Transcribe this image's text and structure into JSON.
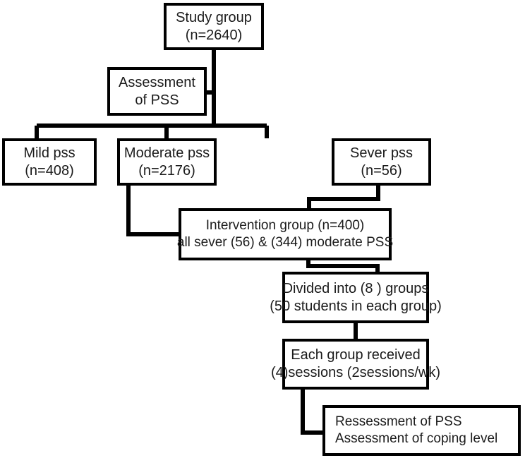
{
  "diagram": {
    "title": "Study flow chart",
    "stroke_color": "#000000",
    "text_color": "#1b1b1b",
    "background_color": "#ffffff",
    "nodes": {
      "study_group": {
        "line1": "Study group",
        "line2": "(n=2640)"
      },
      "assessment": {
        "line1": "Assessment",
        "line2": "of PSS"
      },
      "mild": {
        "line1": "Mild pss",
        "line2": "(n=408)"
      },
      "moderate": {
        "line1": "Moderate pss",
        "line2": "(n=2176)"
      },
      "sever": {
        "line1": "Sever pss",
        "line2": "(n=56)"
      },
      "intervention": {
        "line1": "Intervention group (n=400)",
        "line2": "all sever (56) & (344) moderate PSS"
      },
      "divided": {
        "line1": "Divided into (8 ) groups",
        "line2": "(50 students in each group)"
      },
      "sessions": {
        "line1": "Each group received",
        "line2": "(4)sessions (2sessions/wk)"
      },
      "reassessment": {
        "line1": "Ressessment of PSS",
        "line2": "Assessment of coping level"
      }
    }
  }
}
